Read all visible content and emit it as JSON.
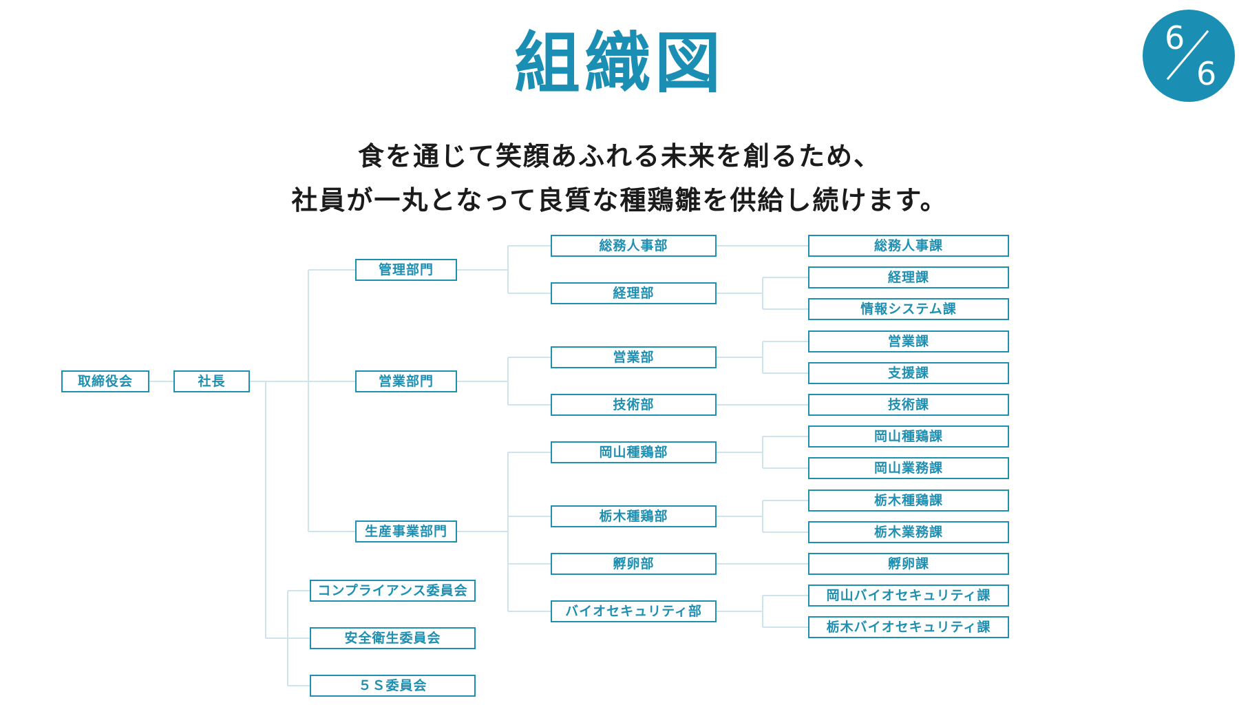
{
  "title": "組織図",
  "page_indicator": {
    "current": "6",
    "total": "6"
  },
  "tagline": {
    "line1": "食を通じて笑顔あふれる未来を創るため、",
    "line2": "社員が一丸となって良質な種鶏雛を供給し続けます。"
  },
  "colors": {
    "accent": "#1a8fb3",
    "connector": "#cfe3ec",
    "text": "#1b1b1b"
  },
  "org": {
    "board": "取締役会",
    "president": "社長",
    "divisions": [
      {
        "name": "管理部門",
        "departments": [
          {
            "name": "総務人事部",
            "sections": [
              "総務人事課"
            ]
          },
          {
            "name": "経理部",
            "sections": [
              "経理課",
              "情報システム課"
            ]
          }
        ]
      },
      {
        "name": "営業部門",
        "departments": [
          {
            "name": "営業部",
            "sections": [
              "営業課",
              "支援課"
            ]
          },
          {
            "name": "技術部",
            "sections": [
              "技術課"
            ]
          }
        ]
      },
      {
        "name": "生産事業部門",
        "departments": [
          {
            "name": "岡山種鶏部",
            "sections": [
              "岡山種鶏課",
              "岡山業務課"
            ]
          },
          {
            "name": "栃木種鶏部",
            "sections": [
              "栃木種鶏課",
              "栃木業務課"
            ]
          },
          {
            "name": "孵卵部",
            "sections": [
              "孵卵課"
            ]
          },
          {
            "name": "バイオセキュリティ部",
            "sections": [
              "岡山バイオセキュリティ課",
              "栃木バイオセキュリティ課"
            ]
          }
        ]
      }
    ],
    "committees": [
      "コンプライアンス委員会",
      "安全衛生委員会",
      "５Ｓ委員会"
    ]
  }
}
